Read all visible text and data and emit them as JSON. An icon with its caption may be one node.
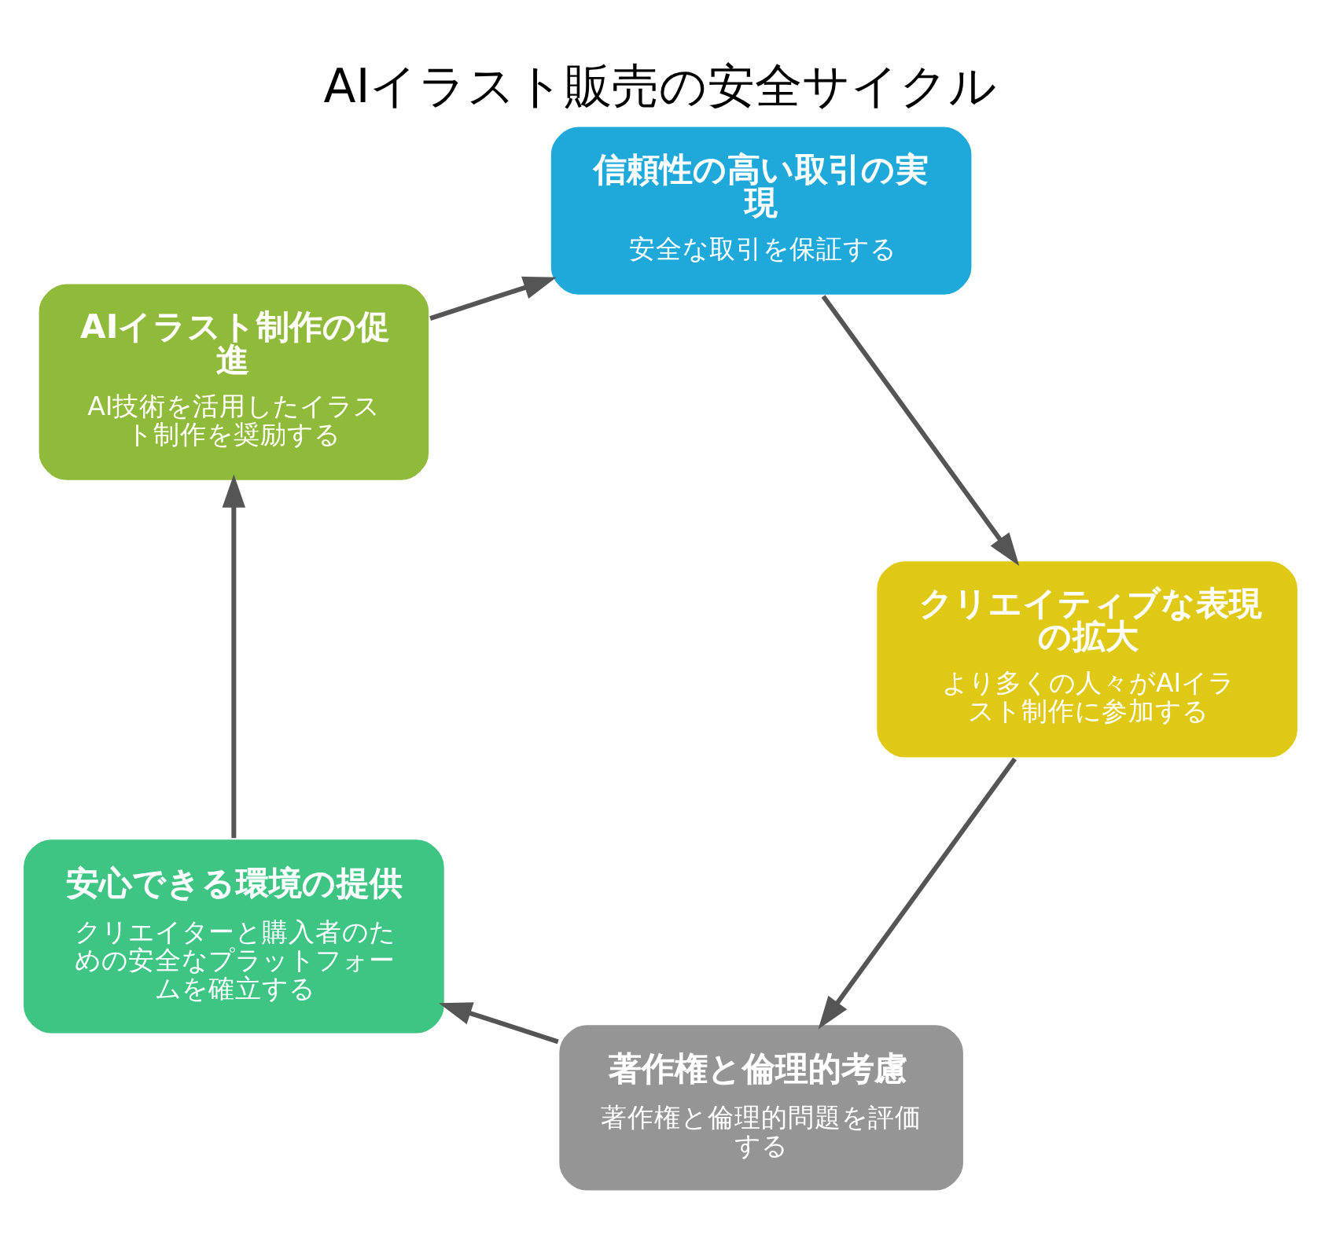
{
  "diagram": {
    "title": "AIイラスト販売の安全サイクル",
    "nodes": [
      {
        "text": [
          "著作権と倫理的考慮",
          "著作権と倫理的問題を評価する"
        ]
      },
      {
        "text": [
          "安心できる環境の提供",
          "クリエイターと購入者のための安全なプラットフォームを確立する"
        ]
      },
      {
        "text": [
          "AIイラスト制作の促進",
          "AI技術を活用したイラスト制作を奨励する"
        ]
      },
      {
        "text": [
          "信頼性の高い取引の実現",
          "安全な取引を保証する"
        ]
      },
      {
        "text": [
          "クリエイティブな表現の拡大",
          "より多くの人々がAIイラスト制作に参加する"
        ]
      }
    ],
    "edges": [
      {
        "from": 0,
        "to": 1,
        "arrow": "to"
      },
      {
        "from": 1,
        "to": 2,
        "arrow": "to"
      },
      {
        "from": 2,
        "to": 3,
        "arrow": "to"
      },
      {
        "from": 3,
        "to": 4,
        "arrow": "to"
      },
      {
        "from": 4,
        "to": 0,
        "arrow": "to"
      }
    ]
  }
}
